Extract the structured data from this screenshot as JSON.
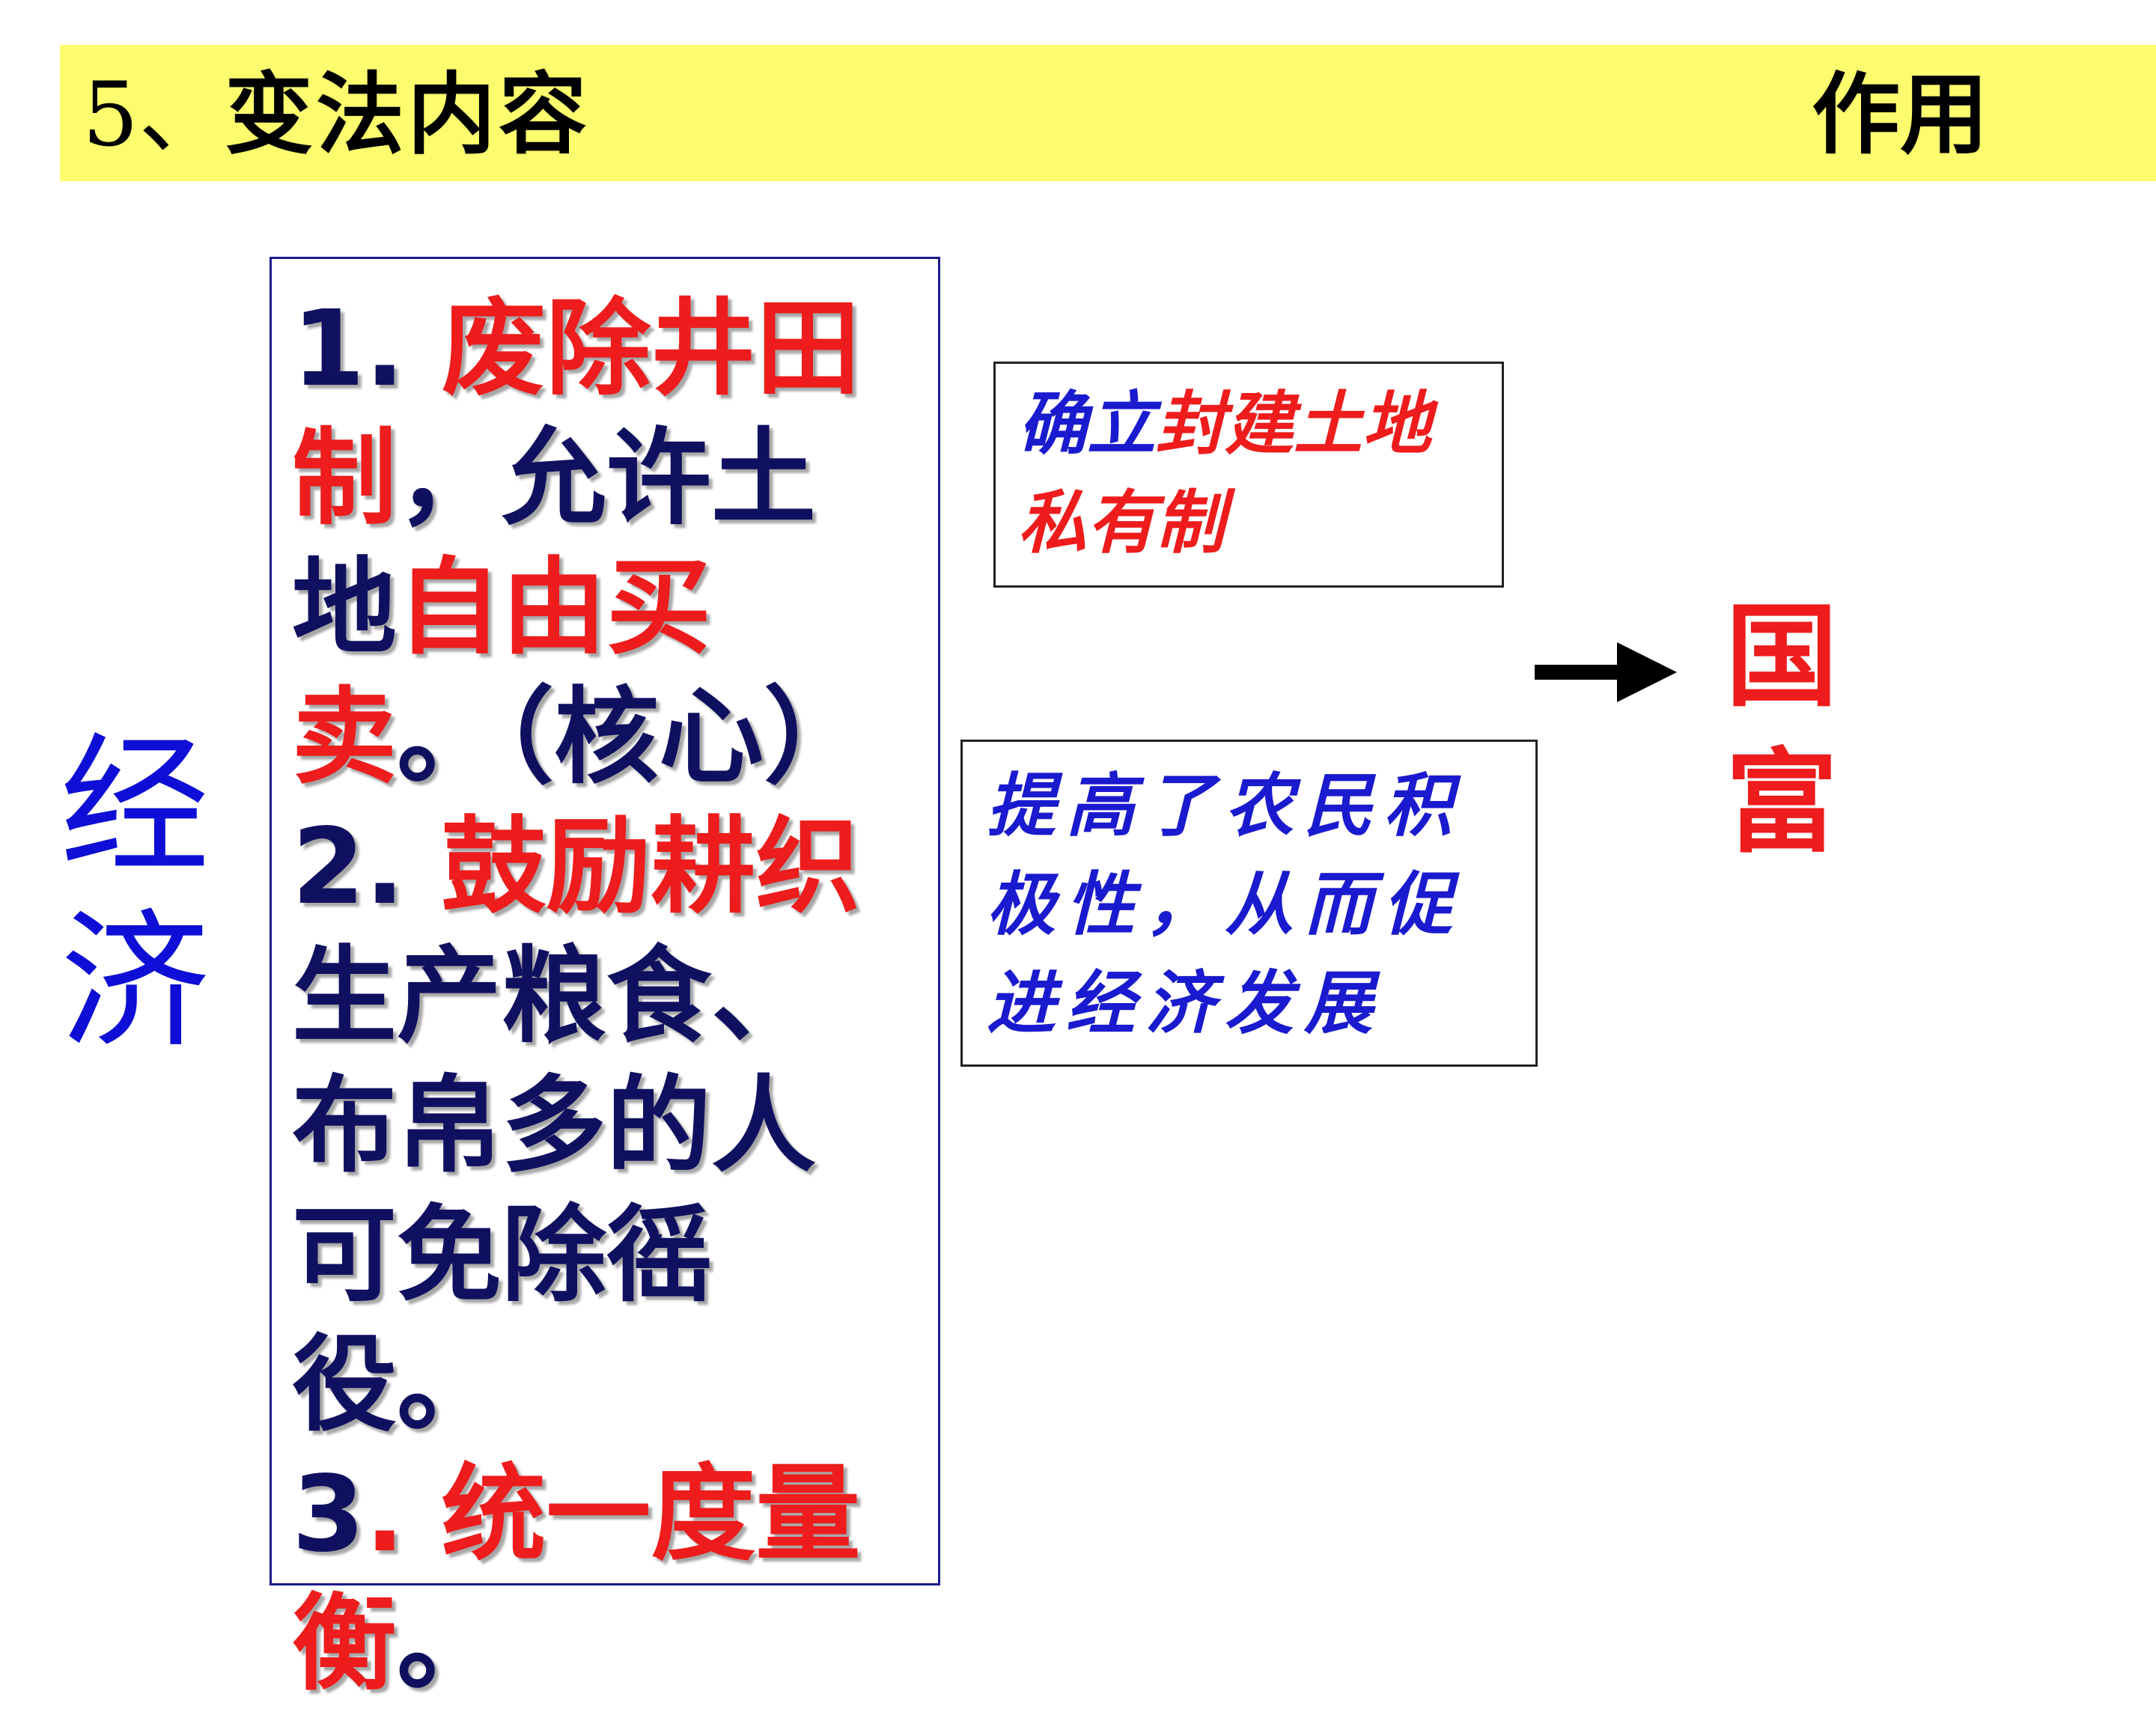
{
  "header": {
    "number": "5、",
    "title": "变法内容",
    "right_label": "作用"
  },
  "category": {
    "line1": "经",
    "line2": "济"
  },
  "content": {
    "item1_num": "1. ",
    "item1_red_a": "废除井田制",
    "item1_plain_a": "，允许土地",
    "item1_red_b": "自由买卖",
    "item1_plain_b": "。（核心）",
    "item2_num": "2. ",
    "item2_red": "鼓励耕织",
    "item2_plain": "生产粮食、布帛多的人可免除徭役。",
    "item3_num": "3",
    "item3_red": ". 统一度量衡",
    "item3_plain": "。"
  },
  "effects": {
    "box1_plain": "确立",
    "box1_red": "封建土地私有制",
    "box2_text": "提高了农民积极性，从而促进经济发展"
  },
  "result": {
    "line1": "国",
    "line2": "富"
  },
  "colors": {
    "header_band": "#fcfc6e",
    "red": "#ee1c1c",
    "navy": "#101060",
    "blue": "#0e0ed6"
  }
}
